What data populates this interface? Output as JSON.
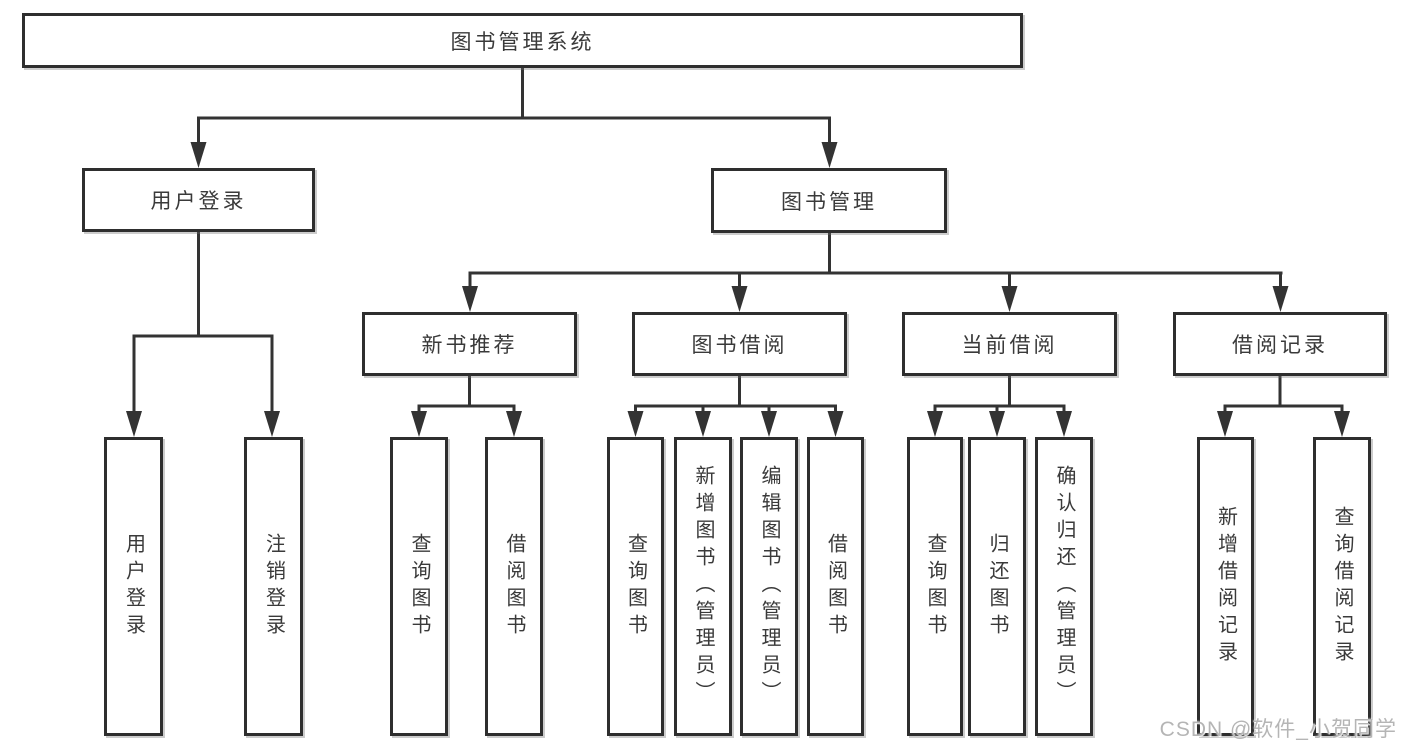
{
  "tree": {
    "root": {
      "label": "图书管理系统",
      "children": [
        {
          "label": "用户登录",
          "children": [
            {
              "label": "用户登录"
            },
            {
              "label": "注销登录"
            }
          ]
        },
        {
          "label": "图书管理",
          "children": [
            {
              "label": "新书推荐",
              "children": [
                {
                  "label": "查询图书"
                },
                {
                  "label": "借阅图书"
                }
              ]
            },
            {
              "label": "图书借阅",
              "children": [
                {
                  "label": "查询图书"
                },
                {
                  "label": "新增图书（管理员）"
                },
                {
                  "label": "编辑图书（管理员）"
                },
                {
                  "label": "借阅图书"
                }
              ]
            },
            {
              "label": "当前借阅",
              "children": [
                {
                  "label": "查询图书"
                },
                {
                  "label": "归还图书"
                },
                {
                  "label": "确认归还（管理员）"
                }
              ]
            },
            {
              "label": "借阅记录",
              "children": [
                {
                  "label": "新增借阅记录"
                },
                {
                  "label": "查询借阅记录"
                }
              ]
            }
          ]
        }
      ]
    }
  },
  "watermark": {
    "text": "CSDN @软件_小贺同学"
  },
  "colors": {
    "line": "#333333",
    "box_border": "#2e2e2e",
    "text": "#3a3a3a",
    "background": "#ffffff",
    "watermark": "#b5b5b5"
  }
}
